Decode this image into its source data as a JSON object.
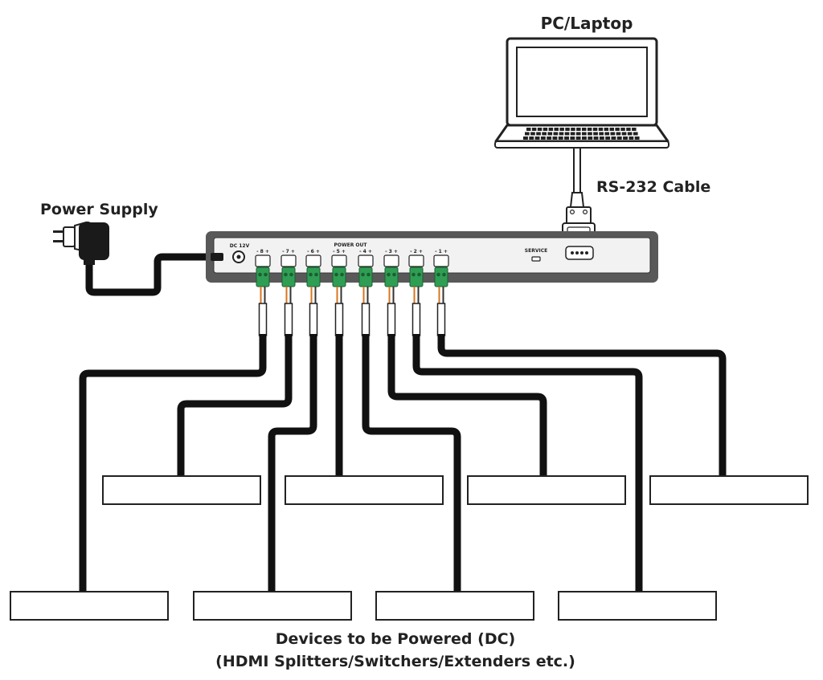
{
  "labels": {
    "pc": "PC/Laptop",
    "rs232": "RS-232 Cable",
    "power_supply": "Power Supply",
    "bottom_line1": "Devices to be Powered (DC)",
    "bottom_line2": "(HDMI Splitters/Switchers/Extenders etc.)"
  },
  "unit": {
    "dc_label": "DC 12V",
    "power_out_label": "POWER OUT",
    "service_label": "SERVICE",
    "ports": [
      "- 8 +",
      "- 7 +",
      "- 6 +",
      "- 5 +",
      "- 4 +",
      "- 3 +",
      "- 2 +",
      "- 1 +"
    ]
  },
  "colors": {
    "terminal_green": "#2f9e54",
    "wire_orange": "#d9761e",
    "panel_dark": "#595959",
    "panel_face": "#f2f2f2",
    "cable": "#111111"
  }
}
